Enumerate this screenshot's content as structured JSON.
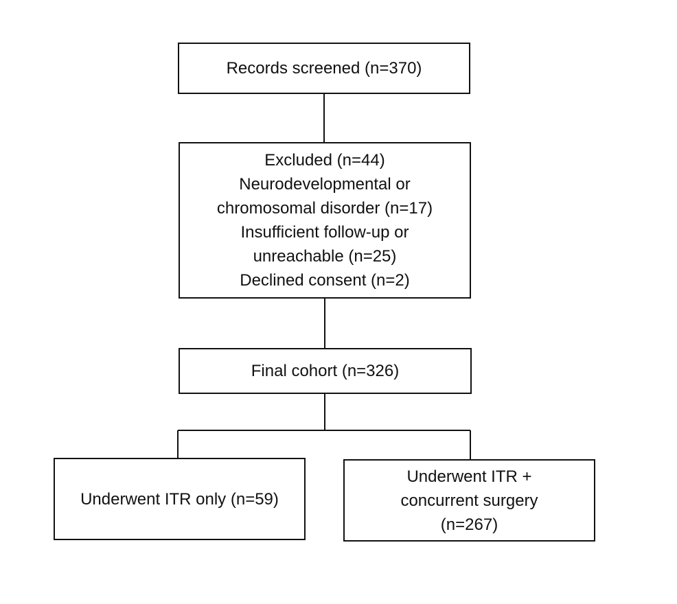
{
  "flowchart": {
    "screened": {
      "lines": [
        "Records screened (n=370)"
      ]
    },
    "excluded": {
      "lines": [
        "Excluded (n=44)",
        "Neurodevelopmental or",
        "chromosomal disorder (n=17)",
        "Insufficient follow-up or",
        "unreachable (n=25)",
        "Declined consent (n=2)"
      ]
    },
    "final_cohort": {
      "lines": [
        "Final cohort (n=326)"
      ]
    },
    "itr_only": {
      "lines": [
        "Underwent ITR only (n=59)"
      ]
    },
    "itr_concurrent": {
      "lines": [
        "Underwent ITR +",
        "concurrent surgery",
        "(n=267)"
      ]
    }
  },
  "colors": {
    "line": "#111111",
    "background": "#ffffff"
  }
}
